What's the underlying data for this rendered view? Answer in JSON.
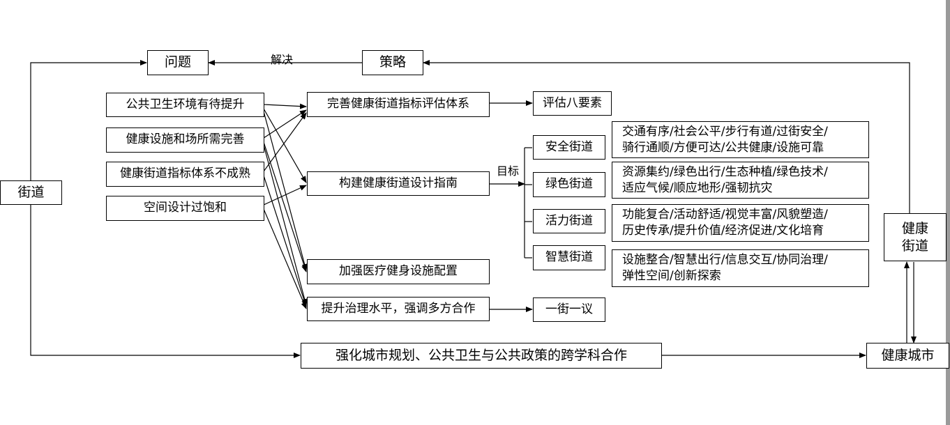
{
  "nodes": {
    "street": "街道",
    "problems": "问题",
    "strategy": "策略",
    "problem_items": [
      "公共卫生环境有待提升",
      "健康设施和场所需完善",
      "健康街道指标体系不成熟",
      "空间设计过饱和"
    ],
    "strategy_items": [
      "完善健康街道指标评估体系",
      "构建健康街道设计指南",
      "加强医疗健身设施配置",
      "提升治理水平，强调多方合作"
    ],
    "eight_elements": "评估八要素",
    "one_street": "一街一议",
    "street_types": [
      "安全街道",
      "绿色街道",
      "活力街道",
      "智慧街道"
    ],
    "street_details": [
      "交通有序/社会公平/步行有道/过街安全/\n骑行通顺/方便可达/公共健康/设施可靠",
      "资源集约/绿色出行/生态种植/绿色技术/\n适应气候/顺应地形/强韧抗灾",
      "功能复合/活动舒适/视觉丰富/风貌塑造/\n历史传承/提升价值/经济促进/文化培育",
      "设施整合/智慧出行/信息交互/协同治理/\n弹性空间/创新探索"
    ],
    "collab": "强化城市规划、公共卫生与公共政策的跨学科合作",
    "healthy_city": "健康城市",
    "healthy_street": "健康\n街道"
  },
  "labels": {
    "solve": "解决",
    "goal": "目标"
  }
}
